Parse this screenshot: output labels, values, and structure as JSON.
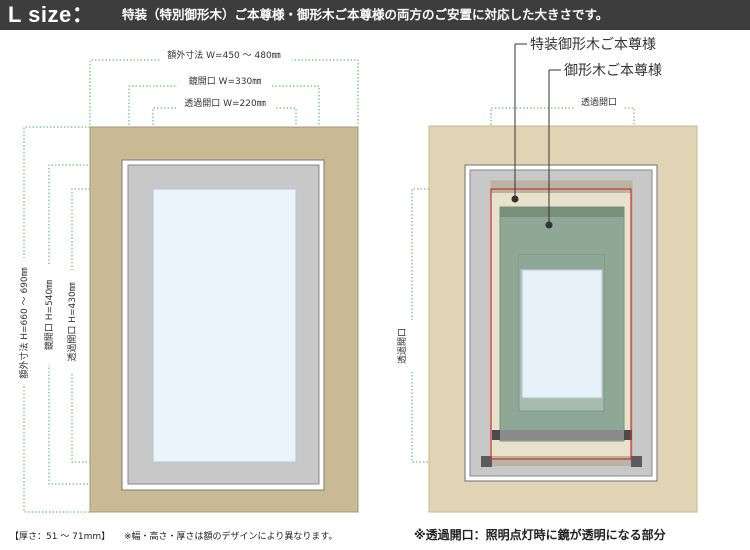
{
  "banner": {
    "size_label": "L size：",
    "title": "特装（特別御形木）ご本尊様・御形木ご本尊様の両方のご安置に対応した大きさです。"
  },
  "left_diagram": {
    "outer_width_label": "額外寸法 W=450 ～ 480㎜",
    "mirror_width_label": "鏡開口 W=330㎜",
    "transparent_width_label": "透過開口 W=220㎜",
    "outer_height_label": "額外寸法 H=660 ～ 690㎜",
    "mirror_height_label": "鏡開口 H=540㎜",
    "transparent_height_label": "透過開口 H=430㎜"
  },
  "right_diagram": {
    "legend_special": "特装御形木ご本尊様",
    "legend_standard": "御形木ご本尊様",
    "transparent_top_label": "透過開口",
    "transparent_side_label": "透過開口"
  },
  "notes": {
    "thickness": "【厚さ：51 ～ 71mm】",
    "disclaimer": "※幅・高さ・厚さは額のデザインにより異なります。",
    "transparent_definition": "※透過開口：照明点灯時に鏡が透明になる部分"
  },
  "colors": {
    "banner_background": "#3d3d3d",
    "left_frame": "#c9b994",
    "right_frame": "#e1d4b5",
    "dimension_line": "#4caf6a",
    "scroll_outline": "#cc3333",
    "scroll_mounting": "#8fa896"
  }
}
